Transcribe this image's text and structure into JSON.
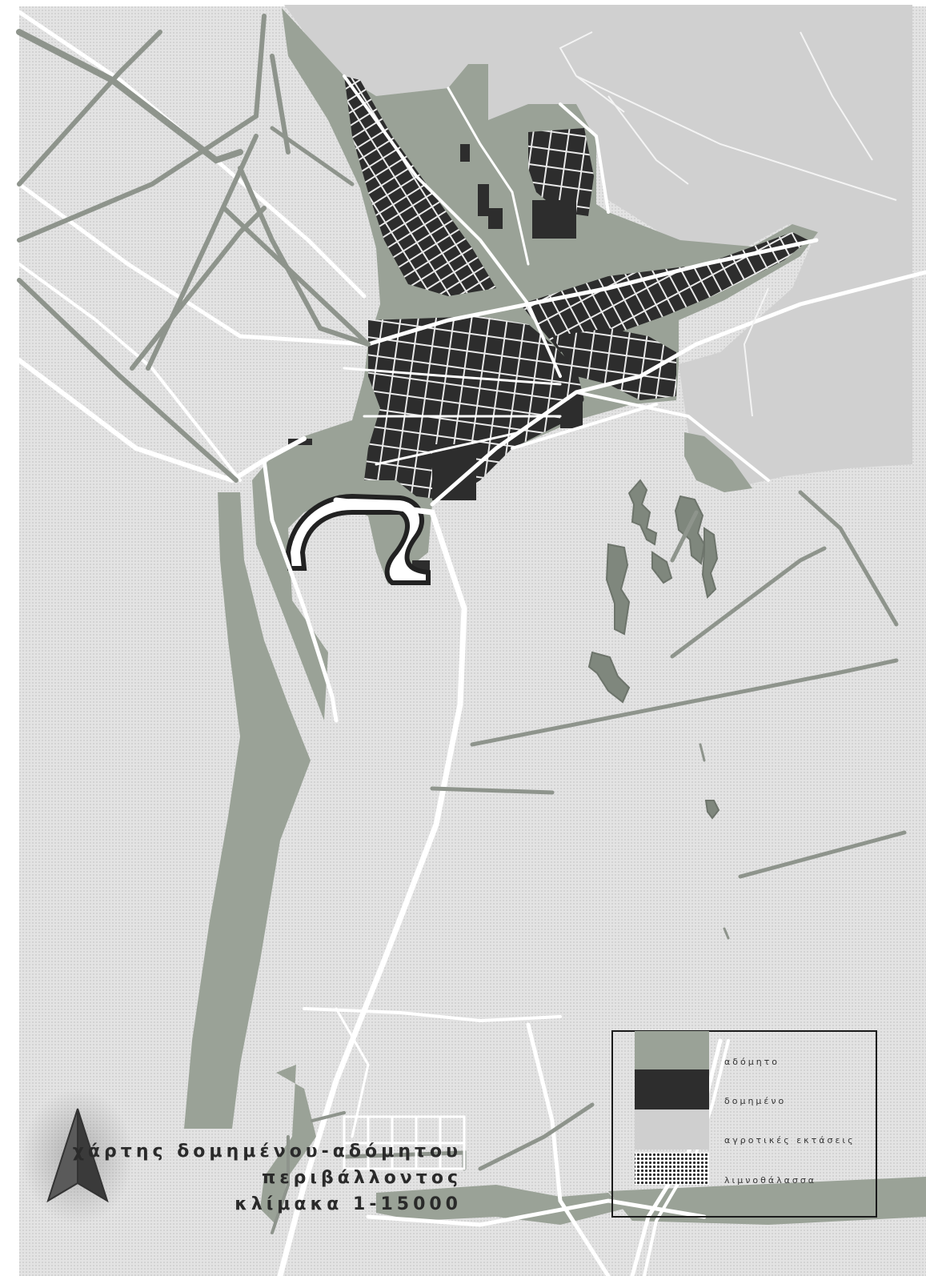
{
  "map": {
    "title_line1": "χάρτης δομημένου-αδόμητου",
    "title_line2": "περιβάλλοντος",
    "scale": "κλίμακα 1-15000"
  },
  "legend": {
    "items": [
      {
        "label": "αδόμητο",
        "color": "#9aa297"
      },
      {
        "label": "δομημένο",
        "color": "#2d2d2d"
      },
      {
        "label": "αγροτικές εκτάσεις",
        "color": "#cfcfcf"
      },
      {
        "label": "λιμνοθάλασσα",
        "color": "#2a2a2a"
      }
    ]
  },
  "colors": {
    "background": "#e6e6e6",
    "unbuilt": "#9aa297",
    "built": "#2d2d2d",
    "agricultural": "#cfcfcf",
    "road": "#ffffff"
  },
  "icons": {
    "north_arrow": "north-arrow-icon"
  }
}
